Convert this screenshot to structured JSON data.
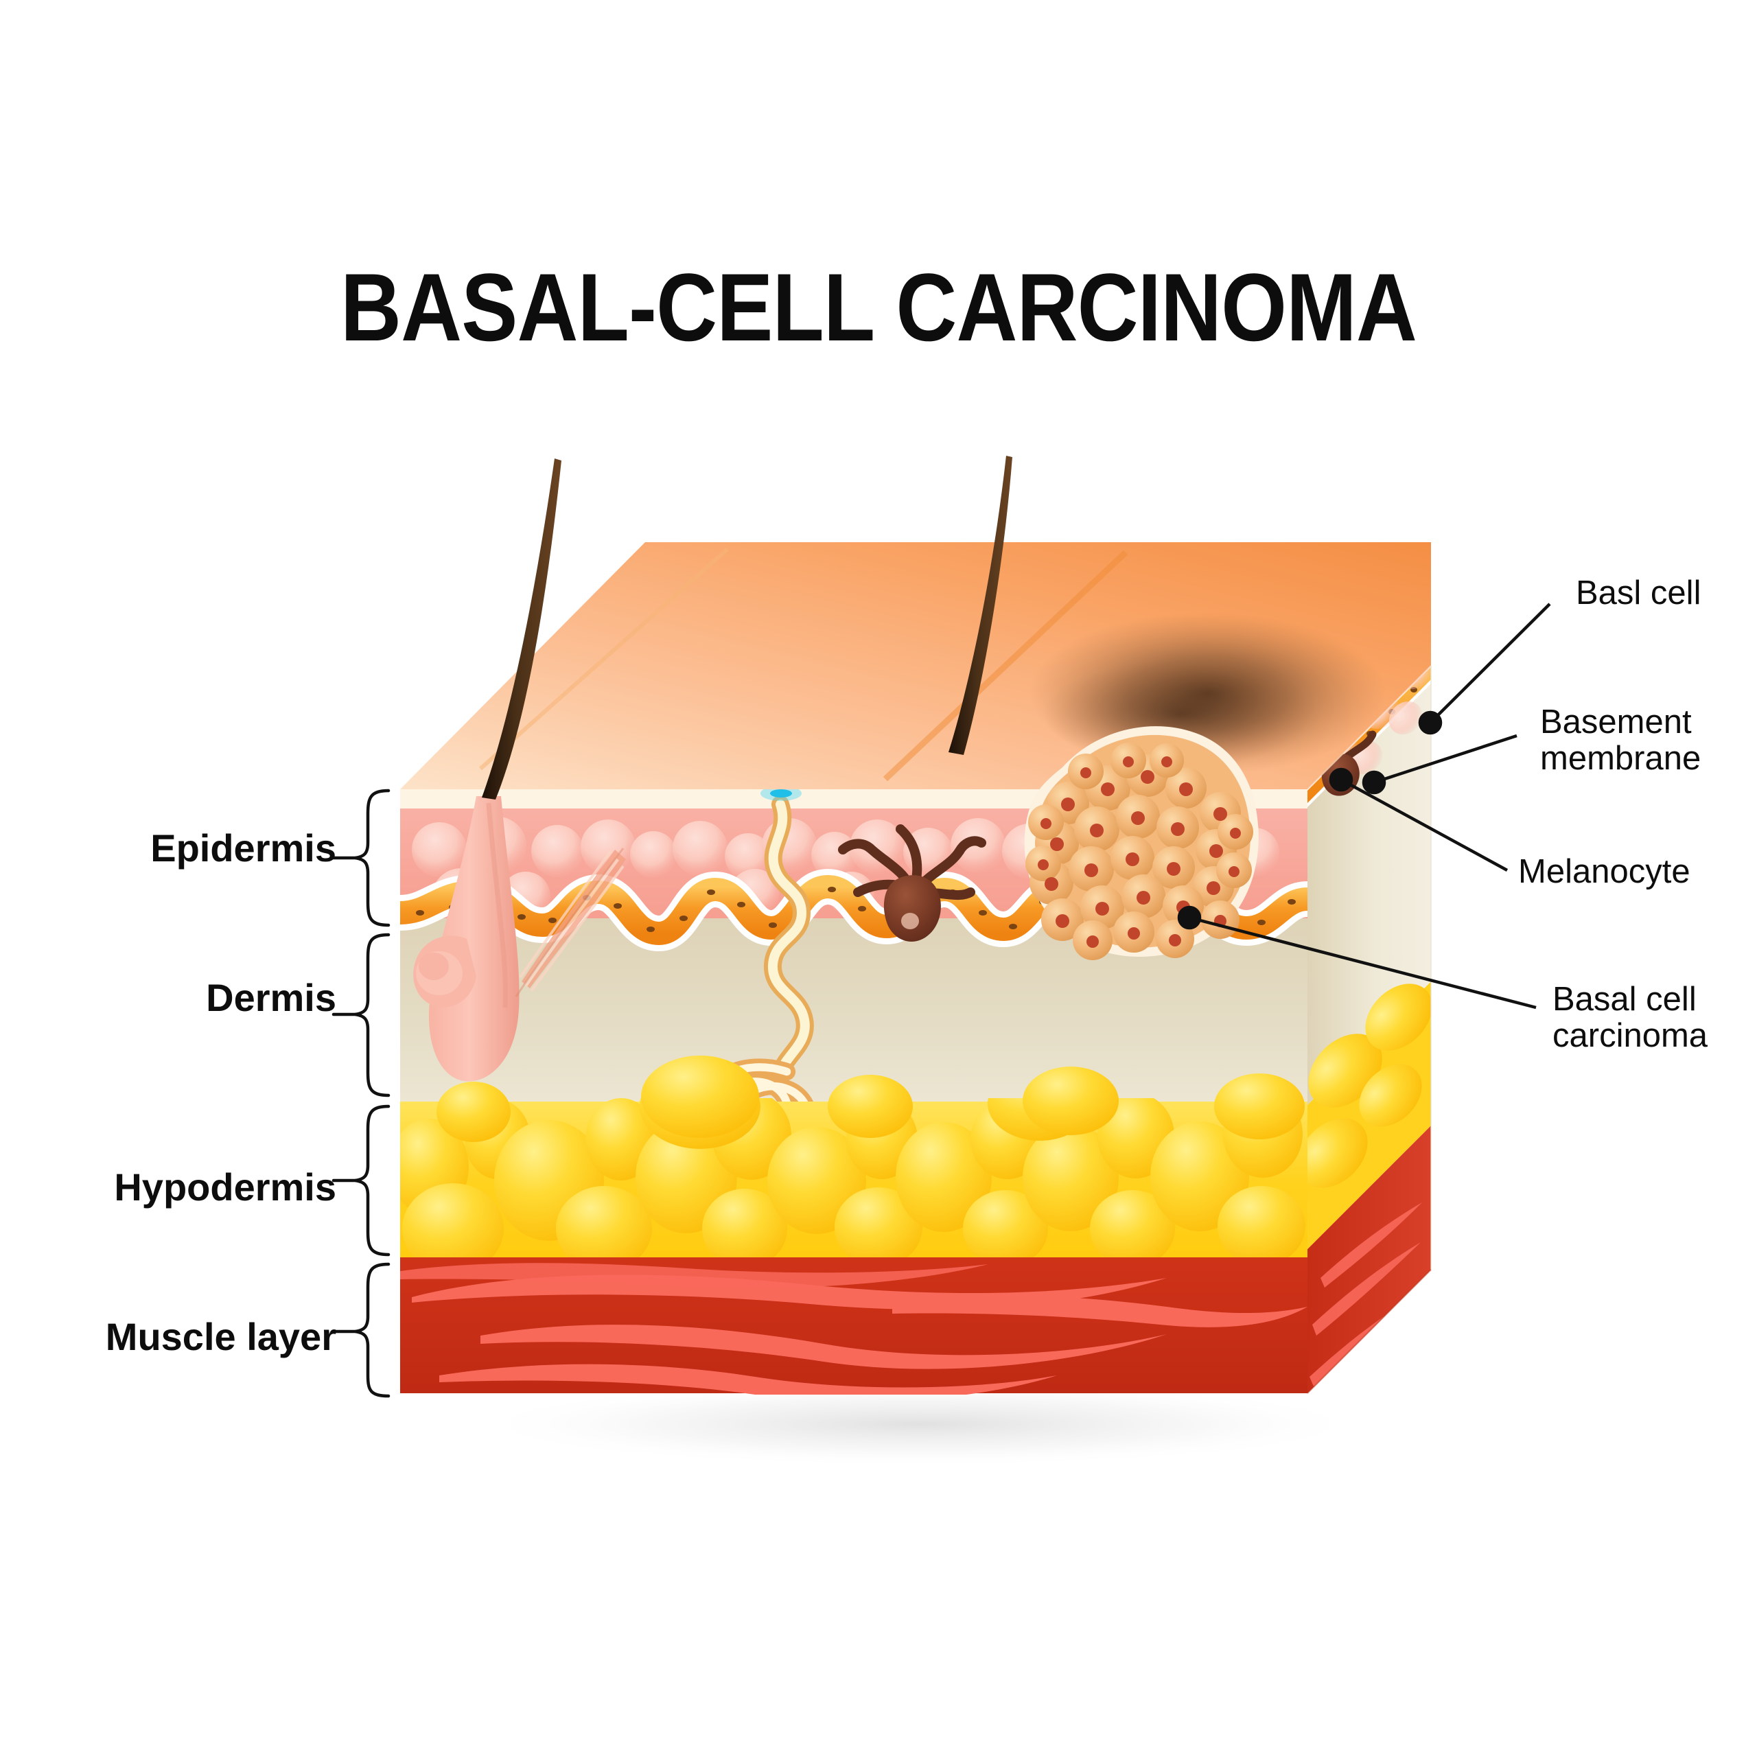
{
  "title": "BASAL-CELL CARCINOMA",
  "diagram": {
    "type": "anatomical-cross-section",
    "subject": "Human skin cross-section showing basal-cell carcinoma",
    "projection": "oblique 3D block"
  },
  "layer_labels": [
    {
      "id": "epidermis",
      "label": "Epidermis",
      "side": "left",
      "brace": true
    },
    {
      "id": "dermis",
      "label": "Dermis",
      "side": "left",
      "brace": true
    },
    {
      "id": "hypodermis",
      "label": "Hypodermis",
      "side": "left",
      "brace": true
    },
    {
      "id": "muscle-layer",
      "label": "Muscle layer",
      "side": "left",
      "brace": true
    }
  ],
  "callout_labels": [
    {
      "id": "basal-cell",
      "label": "Basl cell",
      "side": "right",
      "leader": true
    },
    {
      "id": "basement-membrane",
      "label": "Basement\nmembrane",
      "side": "right",
      "leader": true
    },
    {
      "id": "melanocyte",
      "label": "Melanocyte",
      "side": "right",
      "leader": true
    },
    {
      "id": "basal-cell-carcinoma",
      "label": "Basal cell\ncarcinoma",
      "side": "right",
      "leader": true
    }
  ],
  "structures": [
    "hair-shaft",
    "hair-follicle",
    "sebaceous-gland",
    "arrector-pili-muscle",
    "sweat-pore",
    "sweat-duct",
    "sweat-gland-coil",
    "keratinocytes",
    "basal-cell-layer",
    "melanocyte-cell",
    "tumor-mass",
    "fat-globules",
    "muscle-fibers"
  ],
  "colors": {
    "background": "#ffffff",
    "title_text": "#0d0d0d",
    "label_text": "#0d0d0d",
    "skin_surface_light": "#fdc89c",
    "skin_surface_dark": "#f79349",
    "lesion_shadow": "#6b4428",
    "stratum_corneum": "#fdf3e2",
    "epidermis": "#f7a89c",
    "keratinocyte": "#fcd2c8",
    "basal_layer": "#f7941e",
    "basal_layer_light": "#fbc05a",
    "basal_nucleus": "#7a4314",
    "dermis": "#ded5bc",
    "dermis_face": "#e9e2cc",
    "hypodermis_fat": "#ffd527",
    "fat_highlight": "#ffe873",
    "muscle": "#c8301a",
    "muscle_fiber": "#f9695a",
    "melanocyte": "#6b3528",
    "tumor_cell": "#f3b878",
    "tumor_nucleus": "#c0452a",
    "hair": "#3a2418",
    "follicle": "#f6aa9c",
    "sweat_duct": "#fdf0c8",
    "sweat_pore": "#2fc6ee",
    "leader_line": "#111111"
  }
}
